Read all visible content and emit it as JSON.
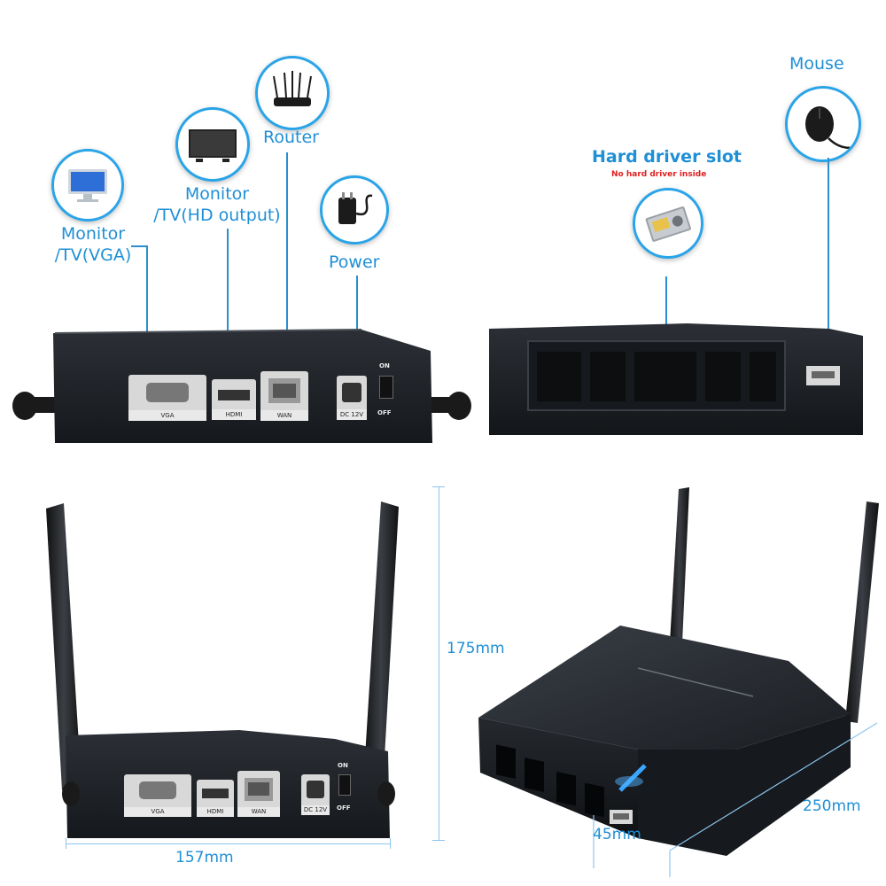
{
  "top_left": {
    "labels": {
      "vga": "Monitor\n/TV(VGA)",
      "hdmi": "Monitor\n/TV(HD output)",
      "router": "Router",
      "power": "Power"
    },
    "ports": {
      "vga": "VGA",
      "hdmi": "HDMI",
      "wan": "WAN",
      "dc": "DC 12V",
      "on": "ON",
      "off": "OFF"
    }
  },
  "top_right": {
    "hdd_title": "Hard driver slot",
    "hdd_note": "No hard driver inside",
    "mouse": "Mouse"
  },
  "bottom_left": {
    "ports": {
      "vga": "VGA",
      "hdmi": "HDMI",
      "wan": "WAN",
      "dc": "DC 12V",
      "on": "ON",
      "off": "OFF"
    },
    "height": "175mm",
    "width": "157mm"
  },
  "bottom_right": {
    "height": "45mm",
    "depth": "250mm"
  },
  "colors": {
    "accent": "#1f8fd6",
    "note_red": "#e02020",
    "device_body": "#1e2228"
  }
}
